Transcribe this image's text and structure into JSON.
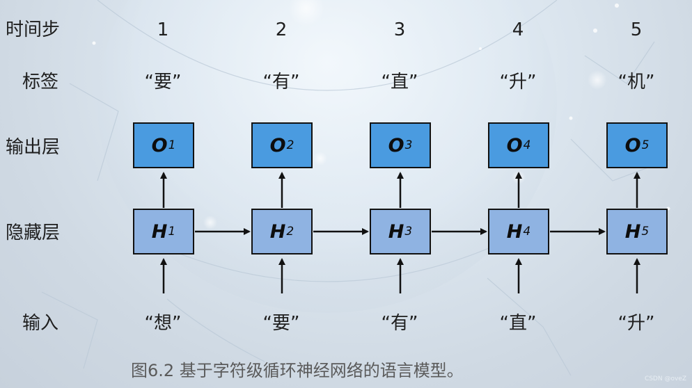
{
  "rows": {
    "time": "时间步",
    "label": "标签",
    "output": "输出层",
    "hidden": "隐藏层",
    "input": "输入"
  },
  "steps": [
    {
      "num": "1",
      "label": "“要”",
      "out": "O",
      "hid": "H",
      "sub": "1",
      "input": "“想”"
    },
    {
      "num": "2",
      "label": "“有”",
      "out": "O",
      "hid": "H",
      "sub": "2",
      "input": "“要”"
    },
    {
      "num": "3",
      "label": "“直”",
      "out": "O",
      "hid": "H",
      "sub": "3",
      "input": "“有”"
    },
    {
      "num": "4",
      "label": "“升”",
      "out": "O",
      "hid": "H",
      "sub": "4",
      "input": "“直”"
    },
    {
      "num": "5",
      "label": "“机”",
      "out": "O",
      "hid": "H",
      "sub": "5",
      "input": "“升”"
    }
  ],
  "colors": {
    "output_box": "#4a9be0",
    "hidden_box": "#8fb3e2",
    "arrow": "#111111"
  },
  "caption": "图6.2 基于字符级循环神经网络的语言模型。",
  "watermark": "CSDN @oveZ"
}
